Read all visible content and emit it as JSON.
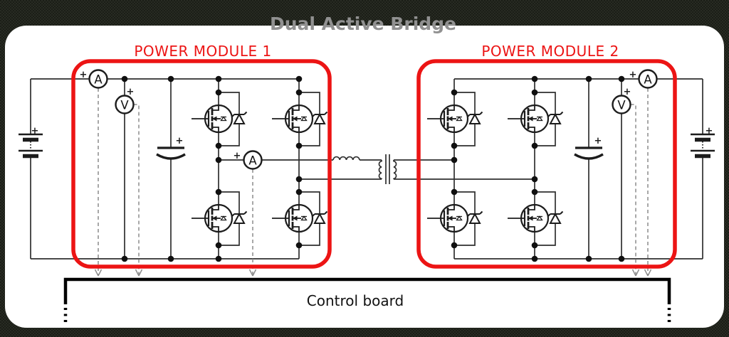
{
  "title": "Dual Active Bridge",
  "modules": [
    {
      "label": "POWER MODULE 1"
    },
    {
      "label": "POWER MODULE 2"
    }
  ],
  "control_board": {
    "label": "Control board"
  },
  "meters": {
    "ammeter_label": "A",
    "voltmeter_label": "V"
  },
  "symbols": {
    "plus": "+"
  },
  "colors": {
    "module_border": "#ec1414",
    "label_red": "#ec1414",
    "title_gray": "#919191",
    "wire": "#2f2f2f",
    "dashed_gray": "#8c8c8c",
    "board_black": "#000000"
  }
}
